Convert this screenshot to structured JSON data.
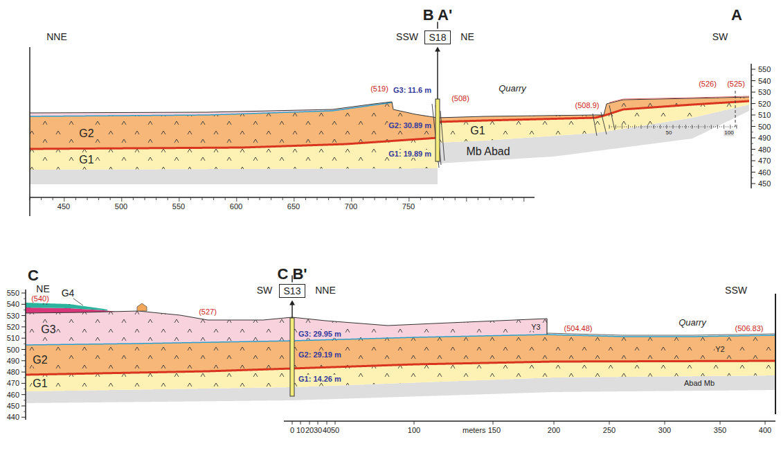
{
  "diagram": {
    "nodes": [
      {
        "text": [
          "S18"
        ]
      },
      {
        "text": [
          "S13"
        ]
      }
    ],
    "labels": [
      "B A'",
      "A",
      "NNE",
      "SSW",
      "NE",
      "SW",
      "(519)",
      "G3: 11.6 m",
      "(508)",
      "Quarry",
      "(508.9)",
      "(526)",
      "(525)",
      "G2: 30.89 m",
      "G2",
      "G1",
      "G1: 19.89 m",
      "G1",
      "Mb Abad",
      "50",
      "100",
      "550",
      "540",
      "530",
      "520",
      "510",
      "500",
      "490",
      "480",
      "470",
      "460",
      "450",
      "450",
      "500",
      "550",
      "600",
      "650",
      "700",
      "750",
      "C",
      "C B'",
      "NE",
      "G4",
      "(540)",
      "SW",
      "NNE",
      "SSW",
      "(527)",
      "Quarry",
      "(504.48)",
      "(506.83)",
      "G3",
      "G3: 29.95 m",
      "Y3",
      "Y2",
      "G2",
      "G2: 29.19 m",
      "G1",
      "G1: 14.26 m",
      "Abad Mb",
      "550",
      "540",
      "530",
      "520",
      "510",
      "500",
      "490",
      "480",
      "470",
      "460",
      "450",
      "440",
      "0",
      "10",
      "20",
      "30",
      "40",
      "50",
      "100",
      "meters 150",
      "200",
      "250",
      "300",
      "350",
      "400"
    ]
  }
}
